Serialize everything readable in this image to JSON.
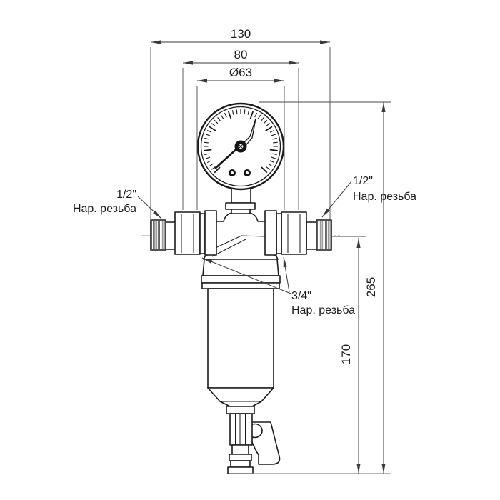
{
  "drawing": {
    "kind": "dimensional technical drawing of a self-cleaning water filter with pressure gauge",
    "colors": {
      "background": "#ffffff",
      "outline": "#1a1a1a",
      "dimension_line": "#3a3a3a",
      "baseline": "#8a8a8a"
    },
    "dimensions": {
      "total_width": "130",
      "union_width": "80",
      "gauge_diameter": "Ø63",
      "total_height": "265",
      "bowl_height": "170"
    },
    "thread_labels": {
      "left_size": "1/2\"",
      "left_type": "Нар. резьба",
      "right_size": "1/2\"",
      "right_type": "Нар. резьба",
      "drain_size": "3/4\"",
      "drain_type": "Нар. резьба"
    }
  }
}
